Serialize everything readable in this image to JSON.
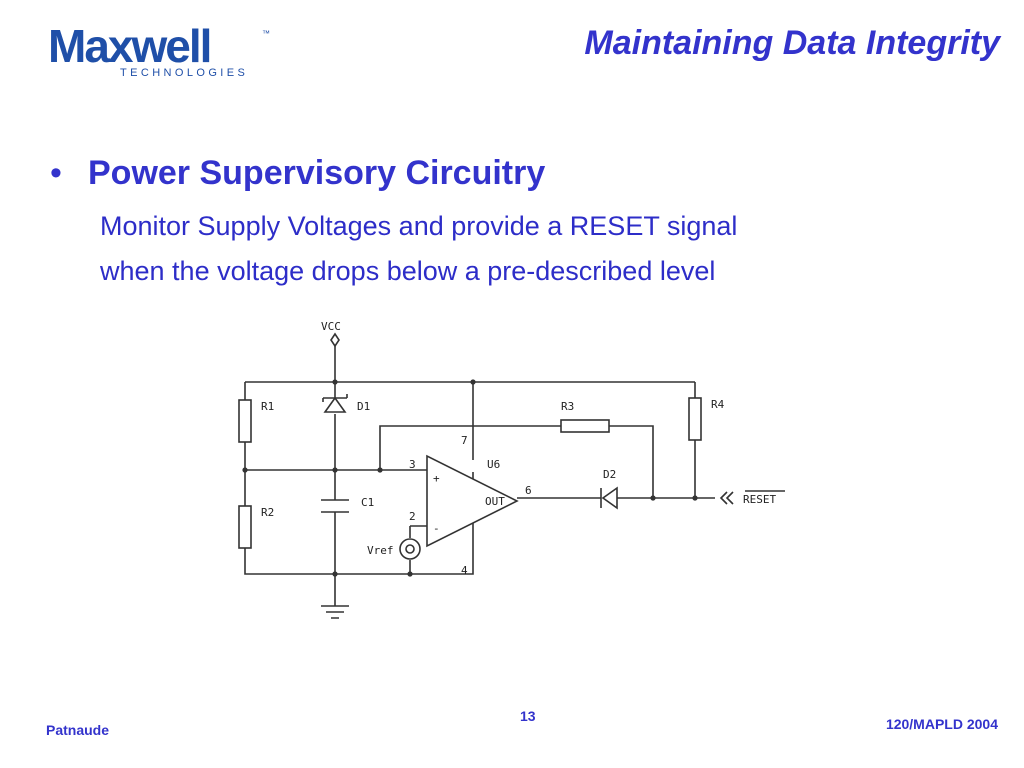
{
  "header": {
    "logo_main": "Maxwell",
    "logo_sub": "TECHNOLOGIES",
    "logo_tm": "™",
    "title": "Maintaining Data Integrity"
  },
  "content": {
    "bullet": "•",
    "heading": "Power Supervisory Circuitry",
    "body_line1": "Monitor Supply Voltages and provide a RESET signal",
    "body_line2": "when the voltage drops below a pre-described level"
  },
  "circuit": {
    "vcc": "VCC",
    "r1": "R1",
    "r2": "R2",
    "r3": "R3",
    "r4": "R4",
    "d1": "D1",
    "d2": "D2",
    "c1": "C1",
    "u6": "U6",
    "out": "OUT",
    "vref": "Vref",
    "pin3": "3",
    "pin2": "2",
    "pin6": "6",
    "pin7": "7",
    "pin4": "4",
    "plus": "+",
    "minus": "-",
    "reset": "RESET"
  },
  "footer": {
    "author": "Patnaude",
    "page": "13",
    "conference": "120/MAPLD 2004"
  },
  "colors": {
    "accent": "#3333cc",
    "logo": "#1f4fa8"
  }
}
